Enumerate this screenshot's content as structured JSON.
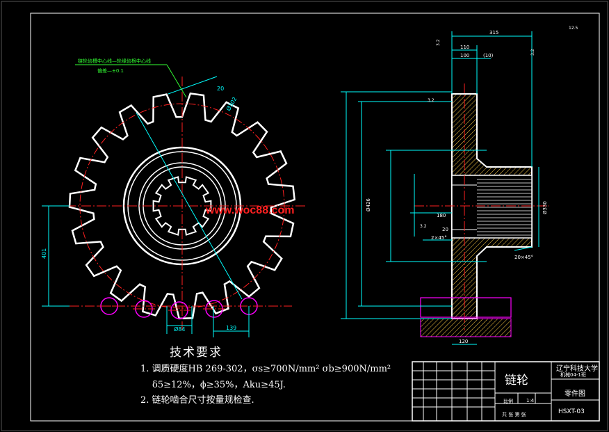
{
  "drawing": {
    "colors": {
      "background": "#000000",
      "outline": "#ffffff",
      "centerline": "#ff2020",
      "dimension": "#00ffff",
      "note_green": "#33ff33",
      "pitch_circle": "#ff00ff",
      "hatch": "#ffcc44"
    },
    "front_view": {
      "note_line1": "链轮齿槽中心线—轮缘齿根中心线",
      "note_line2": "偏差—±0.1",
      "dim_top": "20",
      "dim_dia": "Ø302",
      "dim_left": "401",
      "dim_bottom1": "Ø84",
      "dim_bottom2": "139"
    },
    "section_view": {
      "dim_315": "315",
      "dim_110": "110",
      "dim_100": "100",
      "dim_10": "(10)",
      "dim_180": "180",
      "dim_20": "20",
      "dim_chamfer1": "2×45°",
      "dim_chamfer2": "20×45°",
      "dim_120": "120",
      "dim_330": "Ø330",
      "dim_426": "Ø426",
      "roughness_top": "12.5",
      "roughness_a": "3.2",
      "roughness_b": "3.2",
      "roughness_c": "3.2",
      "roughness_d": "3.2"
    },
    "watermark": "www.woc88.com",
    "requirements": {
      "title": "技术要求",
      "item1": "1. 调质硬度HB 269-302，σs≥700N/mm²  σb≥900N/mm²",
      "item1b": "δ5≥12%，ϕ≥35%，Aku≥45J.",
      "item2": "2. 链轮啮合尺寸按量规检查."
    },
    "title_block": {
      "part_name": "链轮",
      "school": "辽宁科技大学",
      "school_sub": "机械04-1班",
      "drawing_type": "零件图",
      "drawing_no": "HSXT-03",
      "scale_label": "比例",
      "scale": "1:4",
      "sheets": "共 张 第 张"
    }
  }
}
